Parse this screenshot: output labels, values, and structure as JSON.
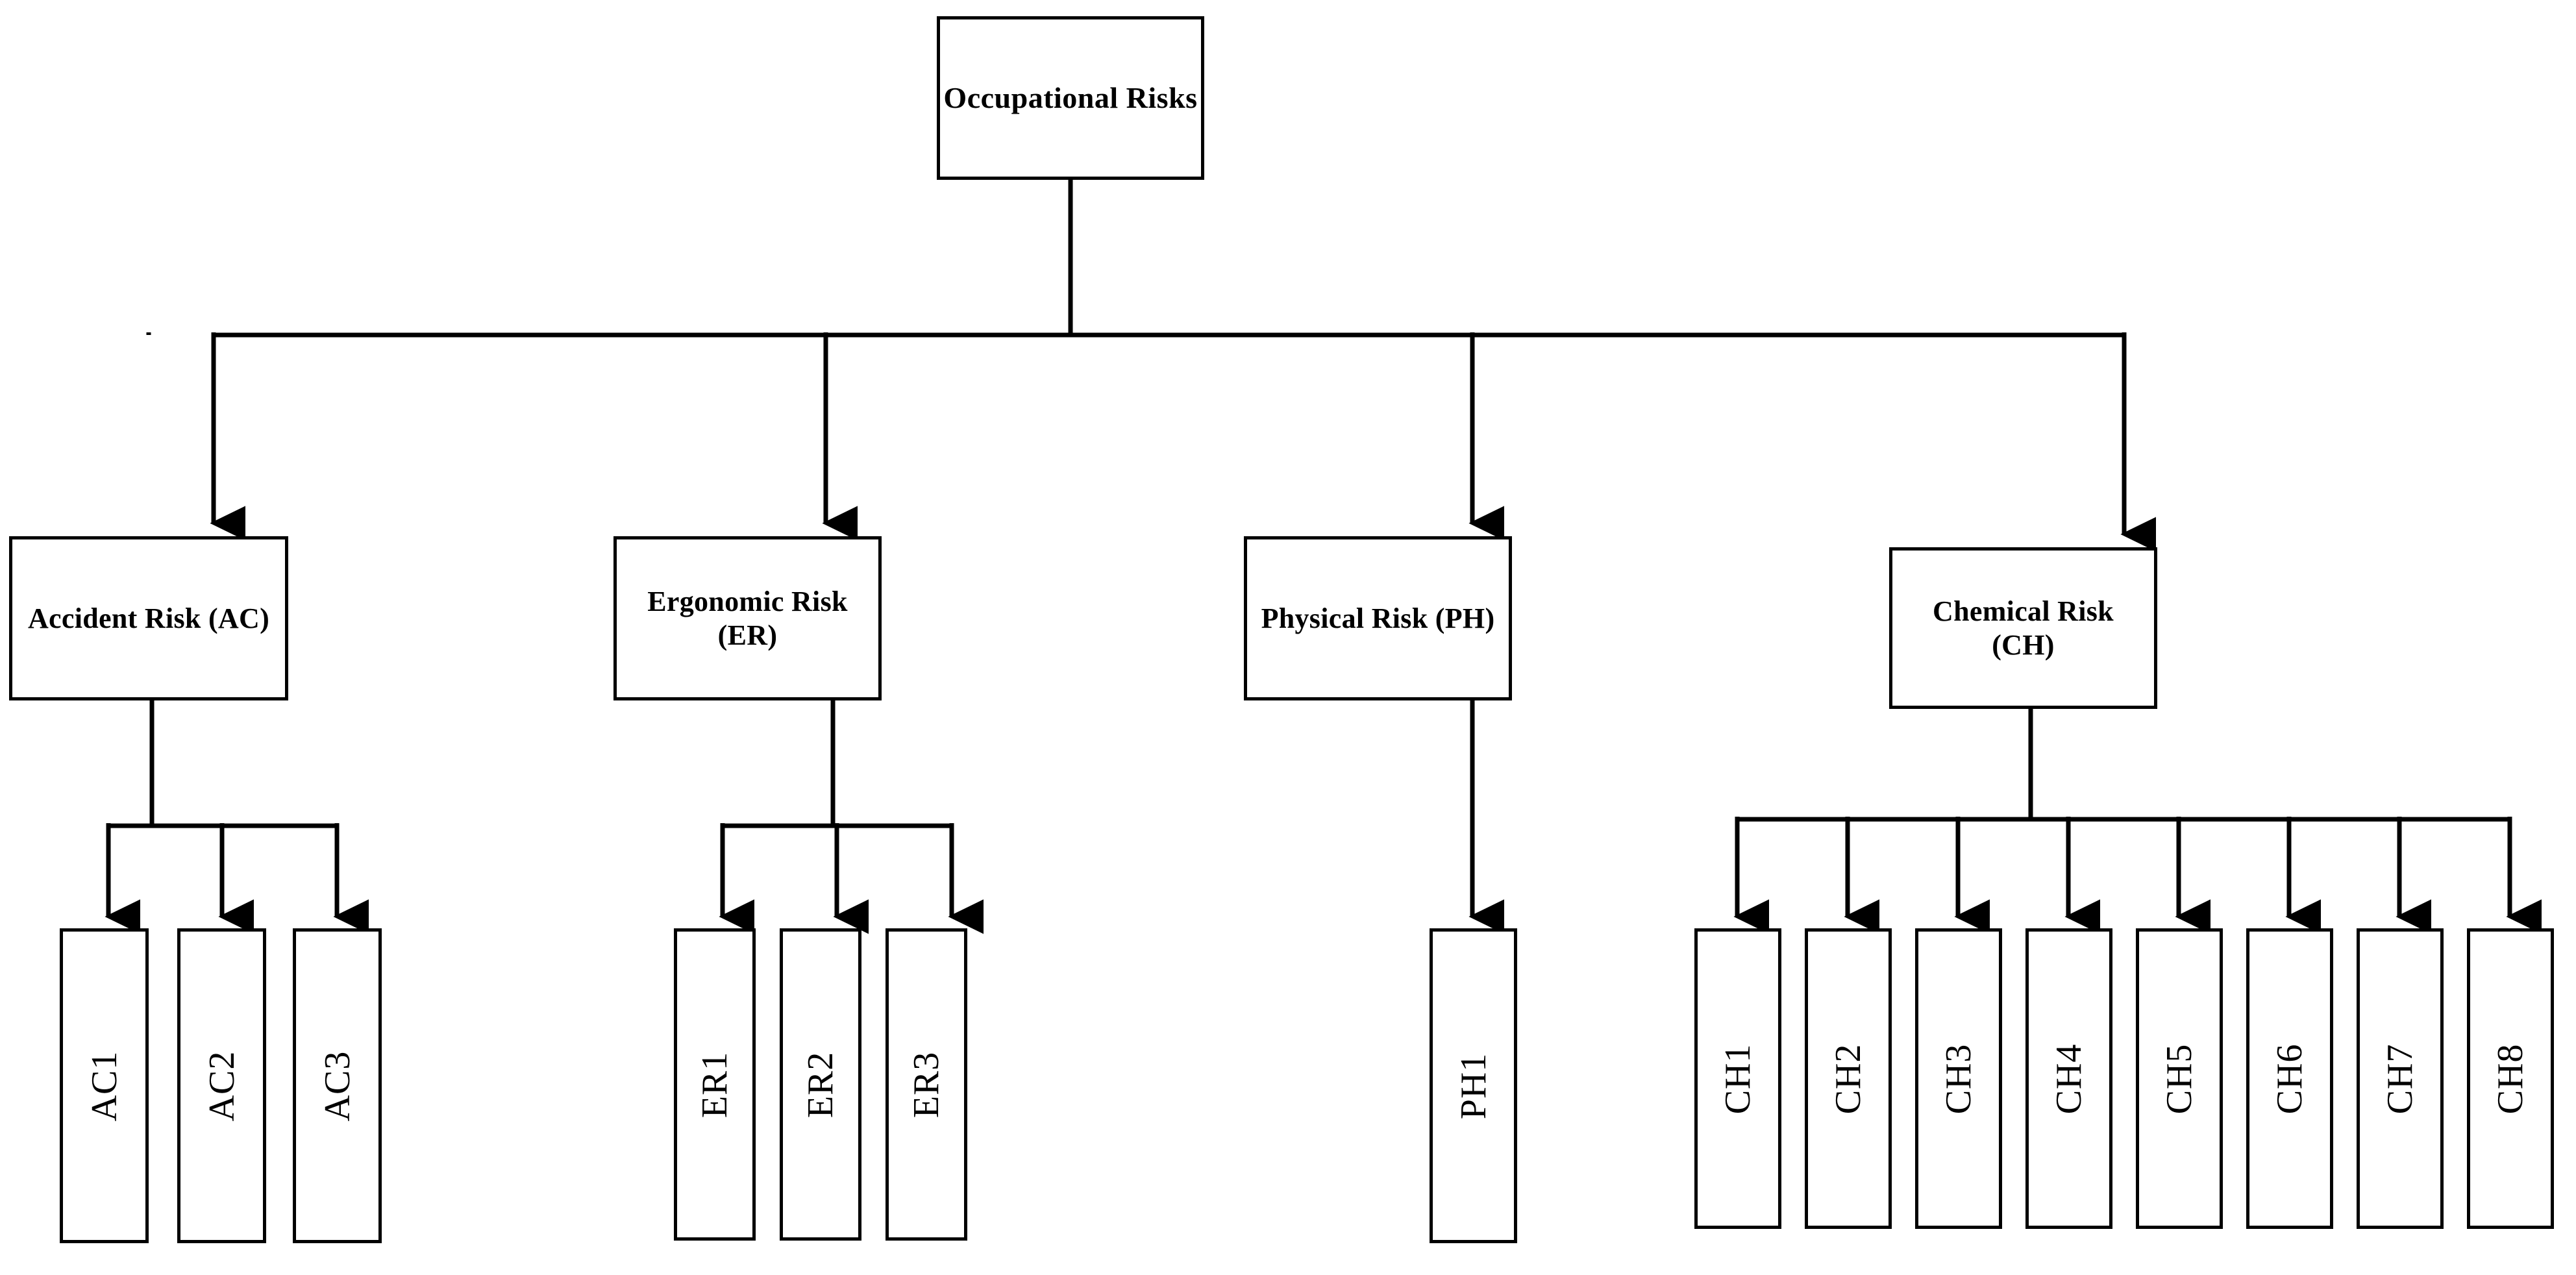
{
  "diagram": {
    "title": "Occupational Risks hierarchy",
    "type": "tree",
    "orientation": "top-down",
    "colors": {
      "background": "#ffffff",
      "stroke": "#000000",
      "box_fill": "#ffffff",
      "text": "#000000"
    },
    "root": {
      "id": "root",
      "label": "Occupational Risks"
    },
    "categories": [
      {
        "id": "AC",
        "label": "Accident Risk (AC)",
        "children": [
          {
            "id": "AC1",
            "label": "AC1"
          },
          {
            "id": "AC2",
            "label": "AC2"
          },
          {
            "id": "AC3",
            "label": "AC3"
          }
        ]
      },
      {
        "id": "ER",
        "label": "Ergonomic Risk (ER)",
        "label_line1": "Ergonomic Risk",
        "label_line2": "(ER)",
        "children": [
          {
            "id": "ER1",
            "label": "ER1"
          },
          {
            "id": "ER2",
            "label": "ER2"
          },
          {
            "id": "ER3",
            "label": "ER3"
          }
        ]
      },
      {
        "id": "PH",
        "label": "Physical Risk (PH)",
        "children": [
          {
            "id": "PH1",
            "label": "PH1"
          }
        ]
      },
      {
        "id": "CH",
        "label": "Chemical Risk (CH)",
        "label_line1": "Chemical Risk",
        "label_line2": "(CH)",
        "children": [
          {
            "id": "CH1",
            "label": "CH1"
          },
          {
            "id": "CH2",
            "label": "CH2"
          },
          {
            "id": "CH3",
            "label": "CH3"
          },
          {
            "id": "CH4",
            "label": "CH4"
          },
          {
            "id": "CH5",
            "label": "CH5"
          },
          {
            "id": "CH6",
            "label": "CH6"
          },
          {
            "id": "CH7",
            "label": "CH7"
          },
          {
            "id": "CH8",
            "label": "CH8"
          }
        ]
      }
    ]
  }
}
